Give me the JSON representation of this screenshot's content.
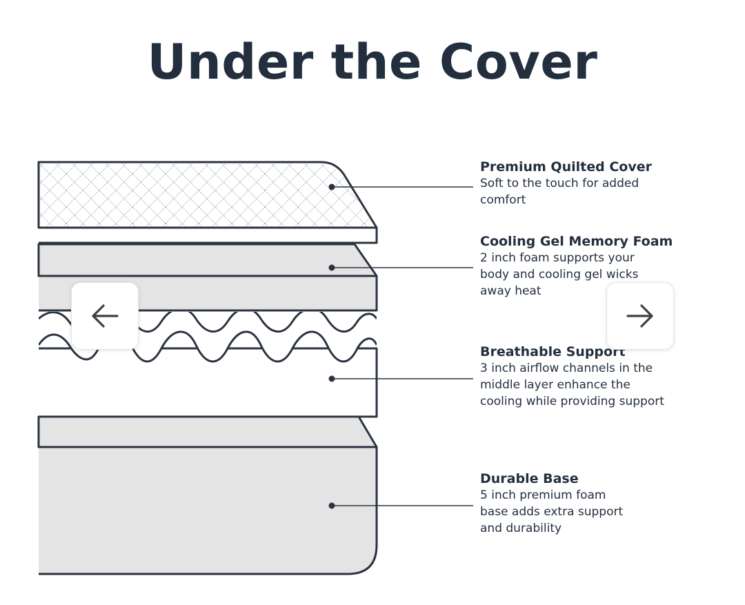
{
  "header": {
    "title": "Under the Cover"
  },
  "layers": [
    {
      "name": "Premium Quilted Cover",
      "description_lines": [
        "Soft to the touch for added",
        "comfort"
      ]
    },
    {
      "name": "Cooling Gel Memory Foam",
      "description_lines": [
        "2 inch foam supports your",
        "body and cooling gel wicks",
        "away heat"
      ]
    },
    {
      "name": "Breathable Support",
      "description_lines": [
        "3 inch airflow channels in the",
        "middle layer enhance the",
        "cooling while providing support"
      ]
    },
    {
      "name": "Durable Base",
      "description_lines": [
        "5 inch premium foam",
        "base adds extra support",
        "and durability"
      ]
    }
  ],
  "carousel": {
    "prev_icon": "arrow-left-icon",
    "next_icon": "arrow-right-icon"
  },
  "colors": {
    "text": "#232f3e",
    "outline": "#2b3340",
    "foam_gray": "#e4e4e4",
    "button_border": "#e3e6e6"
  }
}
